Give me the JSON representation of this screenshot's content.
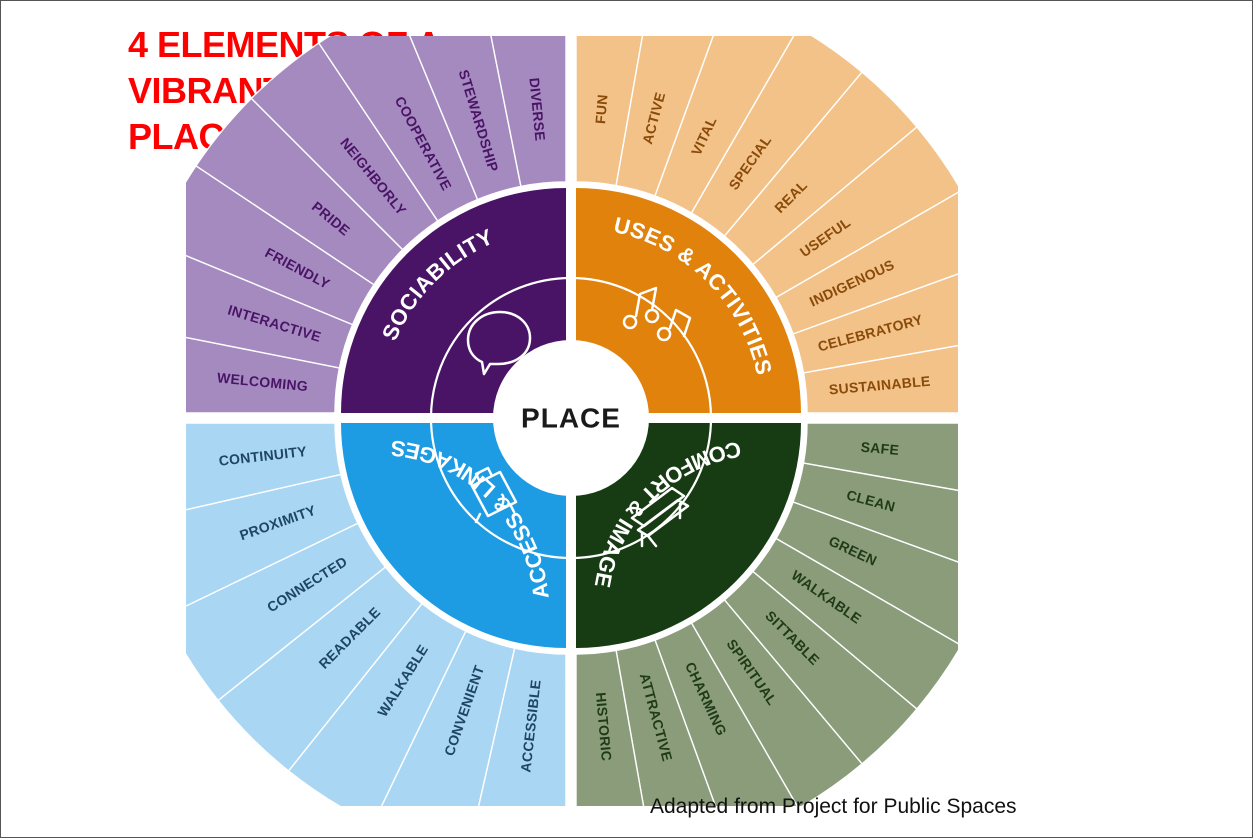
{
  "title": {
    "line1": "4 ELEMENTS OF A",
    "line2": "VIBRANT",
    "line3": "PLACE"
  },
  "credit": "Adapted from Project for Public Spaces",
  "center": "PLACE",
  "quadrants": [
    {
      "id": "sociability",
      "name": "SOCIABILITY",
      "icon": "speech-bubble-icon",
      "inner_color": "#4a1466",
      "outer_color": "#a58abf",
      "text_color": "#4a1466",
      "attributes": [
        "WELCOMING",
        "INTERACTIVE",
        "FRIENDLY",
        "PRIDE",
        "NEIGHBORLY",
        "COOPERATIVE",
        "STEWARDSHIP",
        "DIVERSE"
      ]
    },
    {
      "id": "uses-activities",
      "name": "USES & ACTIVITIES",
      "icon": "music-notes-icon",
      "inner_color": "#e0820c",
      "outer_color": "#f2c288",
      "text_color": "#8a4a0a",
      "attributes": [
        "FUN",
        "ACTIVE",
        "VITAL",
        "SPECIAL",
        "REAL",
        "USEFUL",
        "INDIGENOUS",
        "CELEBRATORY",
        "SUSTAINABLE"
      ]
    },
    {
      "id": "comfort-image",
      "name": "COMFORT & IMAGE",
      "icon": "bench-icon",
      "inner_color": "#173c14",
      "outer_color": "#8a9c7a",
      "text_color": "#1f3a18",
      "attributes": [
        "SAFE",
        "CLEAN",
        "GREEN",
        "WALKABLE",
        "SITTABLE",
        "SPIRITUAL",
        "CHARMING",
        "ATTRACTIVE",
        "HISTORIC"
      ]
    },
    {
      "id": "access-linkages",
      "name": "ACCESS & LINKAGES",
      "icon": "luggage-icon",
      "inner_color": "#1d9be3",
      "outer_color": "#a9d6f3",
      "text_color": "#1f4564",
      "attributes": [
        "ACCESSIBLE",
        "CONVENIENT",
        "WALKABLE",
        "READABLE",
        "CONNECTED",
        "PROXIMITY",
        "CONTINUITY"
      ]
    }
  ]
}
